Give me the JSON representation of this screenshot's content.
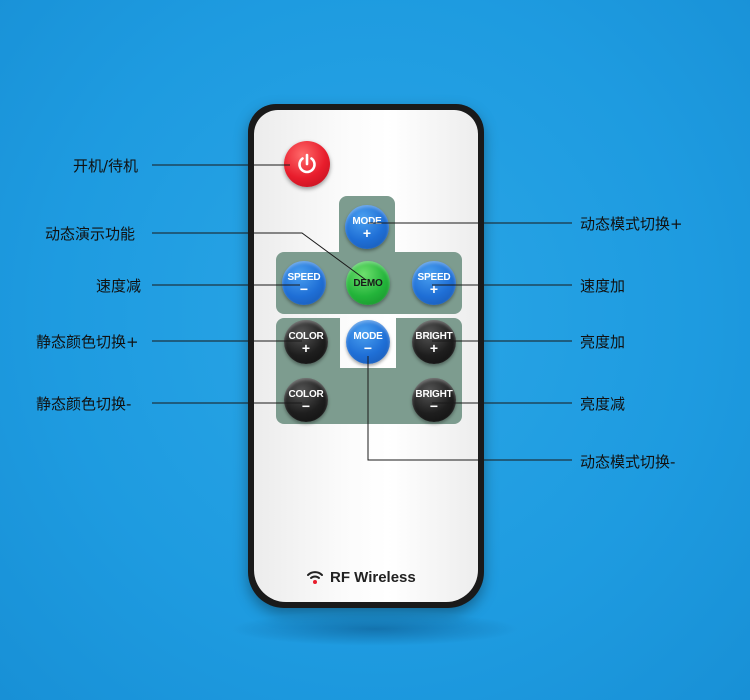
{
  "labels": {
    "power": "开机/待机",
    "demo": "动态演示功能",
    "speed_down": "速度减",
    "color_up": "静态颜色切换+",
    "color_down": "静态颜色切换-",
    "mode_up": "动态模式切换+",
    "speed_up": "速度加",
    "bright_up": "亮度加",
    "bright_down": "亮度减",
    "mode_down": "动态模式切换-"
  },
  "buttons": {
    "mode_up": {
      "text": "MODE",
      "sign": "+"
    },
    "speed_down": {
      "text": "SPEED",
      "sign": "−"
    },
    "demo": {
      "text": "DEMO"
    },
    "speed_up": {
      "text": "SPEED",
      "sign": "+"
    },
    "color_up": {
      "text": "COLOR",
      "sign": "+"
    },
    "mode_down": {
      "text": "MODE",
      "sign": "−"
    },
    "bright_up": {
      "text": "BRIGHT",
      "sign": "+"
    },
    "color_down": {
      "text": "COLOR",
      "sign": "−"
    },
    "bright_down": {
      "text": "BRIGHT",
      "sign": "−"
    }
  },
  "brand": "RF Wireless",
  "colors": {
    "background": "#1e9be0",
    "power": "#e81d2c",
    "blue_button": "#1f6fd6",
    "green_button": "#23b43a",
    "black_button": "#1e1e1e",
    "pad": "#7d9c8f"
  },
  "icons": [
    "power-icon",
    "wireless-signal-icon"
  ]
}
